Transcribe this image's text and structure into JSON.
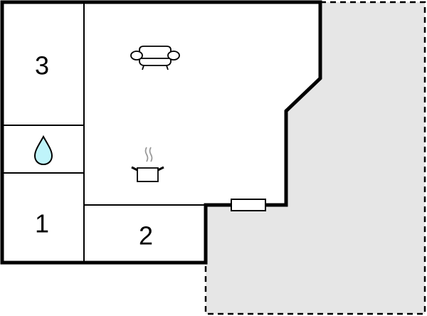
{
  "floorplan": {
    "colors": {
      "background": "#ffffff",
      "wall": "#000000",
      "terrace_fill": "#e6e6e6",
      "water_drop": "#bff4fa",
      "steam": "#999999"
    },
    "rooms": [
      {
        "id": "room-3",
        "label": "3",
        "type": "bedroom"
      },
      {
        "id": "bathroom",
        "label": "",
        "type": "bathroom",
        "icon": "water-drop-icon"
      },
      {
        "id": "room-1",
        "label": "1",
        "type": "bedroom"
      },
      {
        "id": "room-2",
        "label": "2",
        "type": "bedroom"
      },
      {
        "id": "living-kitchen",
        "label": "",
        "type": "living room / kitchen",
        "icons": [
          "sofa-icon",
          "cooking-pot-icon"
        ]
      },
      {
        "id": "terrace",
        "label": "",
        "type": "terrace / outdoor area"
      }
    ],
    "features": {
      "window": "window-icon"
    }
  }
}
